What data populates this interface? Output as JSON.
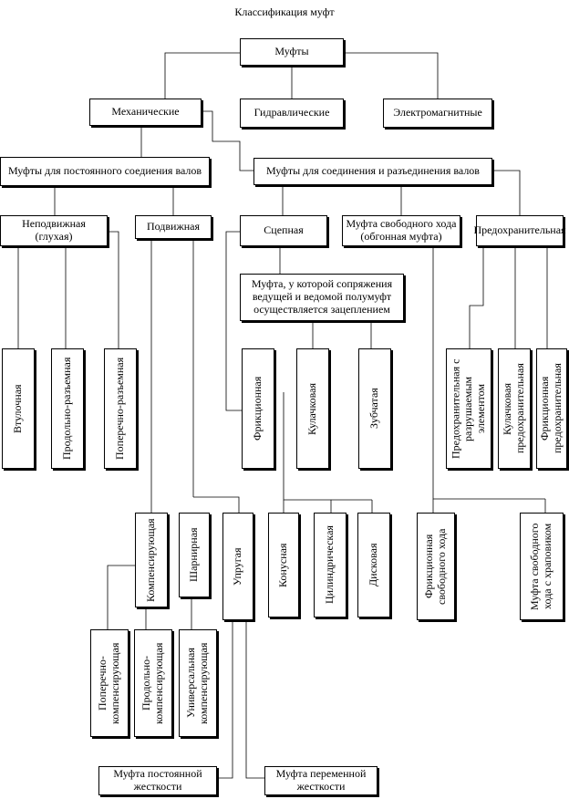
{
  "title": "Классификация муфт",
  "nodes": {
    "couplings": "Муфты",
    "mechanical": "Механические",
    "hydraulic": "Гидравлические",
    "electromagnetic": "Электромагнитные",
    "permanent": "Муфты для постоянного соедиения валов",
    "switchable": "Муфты для соединения и разъединения валов",
    "fixed": "Неподвижная (глухая)",
    "movable": "Подвижная",
    "clutch": "Сцепная",
    "freewheel": "Муфта свободного хода (обгонная муфта)",
    "safety": "Предохранительная",
    "engagement": "Муфта, у которой сопряжения ведущей и ведомой полумуфт осуществляется зацеплением",
    "sleeve": "Втулочная",
    "longitudinal_split": "Продольно-разъемная",
    "transverse_split": "Поперечно-разъемная",
    "friction": "Фрикционная",
    "jaw": "Кулачковая",
    "gear": "Зубчатая",
    "safety_breakable": "Предохранительная с разрушаемым элементом",
    "jaw_safety": "Кулачковая предохранительная",
    "friction_safety": "Фрикционная предохранительная",
    "compensating": "Компенсирующая",
    "hinged": "Шарнирная",
    "elastic": "Упругая",
    "conical": "Конусная",
    "cylindrical": "Цилиндрическая",
    "disc": "Дисковая",
    "friction_freewheel": "Фрикционная свободного хода",
    "ratchet_freewheel": "Муфта свободного хода с храповиком",
    "transverse_comp": "Поперечно-компенсирующая",
    "longitudinal_comp": "Продольно-компенсирующая",
    "universal_comp": "Универсальная компенсирующая",
    "constant_stiffness": "Муфта постоянной жесткости",
    "variable_stiffness": "Муфта переменной жесткости"
  }
}
